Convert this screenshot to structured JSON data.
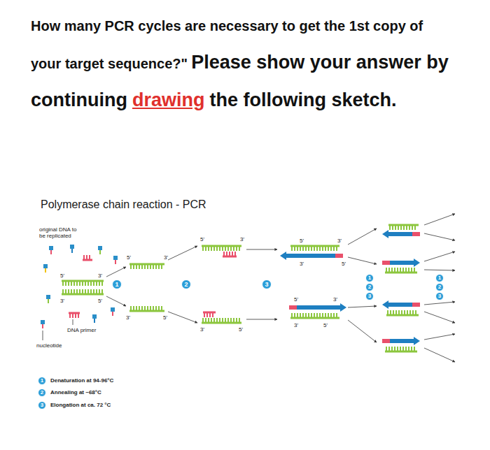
{
  "diagram": {
    "title": "Polymerase chain reaction - PCR",
    "labels": [
      "How many PCR cycles are necessary to get the 1st copy of your target sequence?\"",
      "Please show your answer by continuing",
      "drawing",
      "the following sketch.",
      "original DNA to be replicated",
      "5'",
      "3'",
      "3'",
      "5'",
      "DNA primer",
      "nucleotide",
      "1",
      "5'",
      "3'",
      "3'",
      "5'",
      "2",
      "5'",
      "3'",
      "3'",
      "5'",
      "3",
      "5'",
      "3'",
      "3'",
      "5'",
      "5'",
      "3'",
      "3'",
      "5'",
      "1",
      "2",
      "3",
      "1",
      "2",
      "3",
      "1",
      "2",
      "3"
    ],
    "legend": [
      {
        "text": "Denaturation at 94-96°C"
      },
      {
        "text": "Annealing at ~68°C"
      },
      {
        "text": "Elongation at ca. 72 °C"
      }
    ]
  }
}
